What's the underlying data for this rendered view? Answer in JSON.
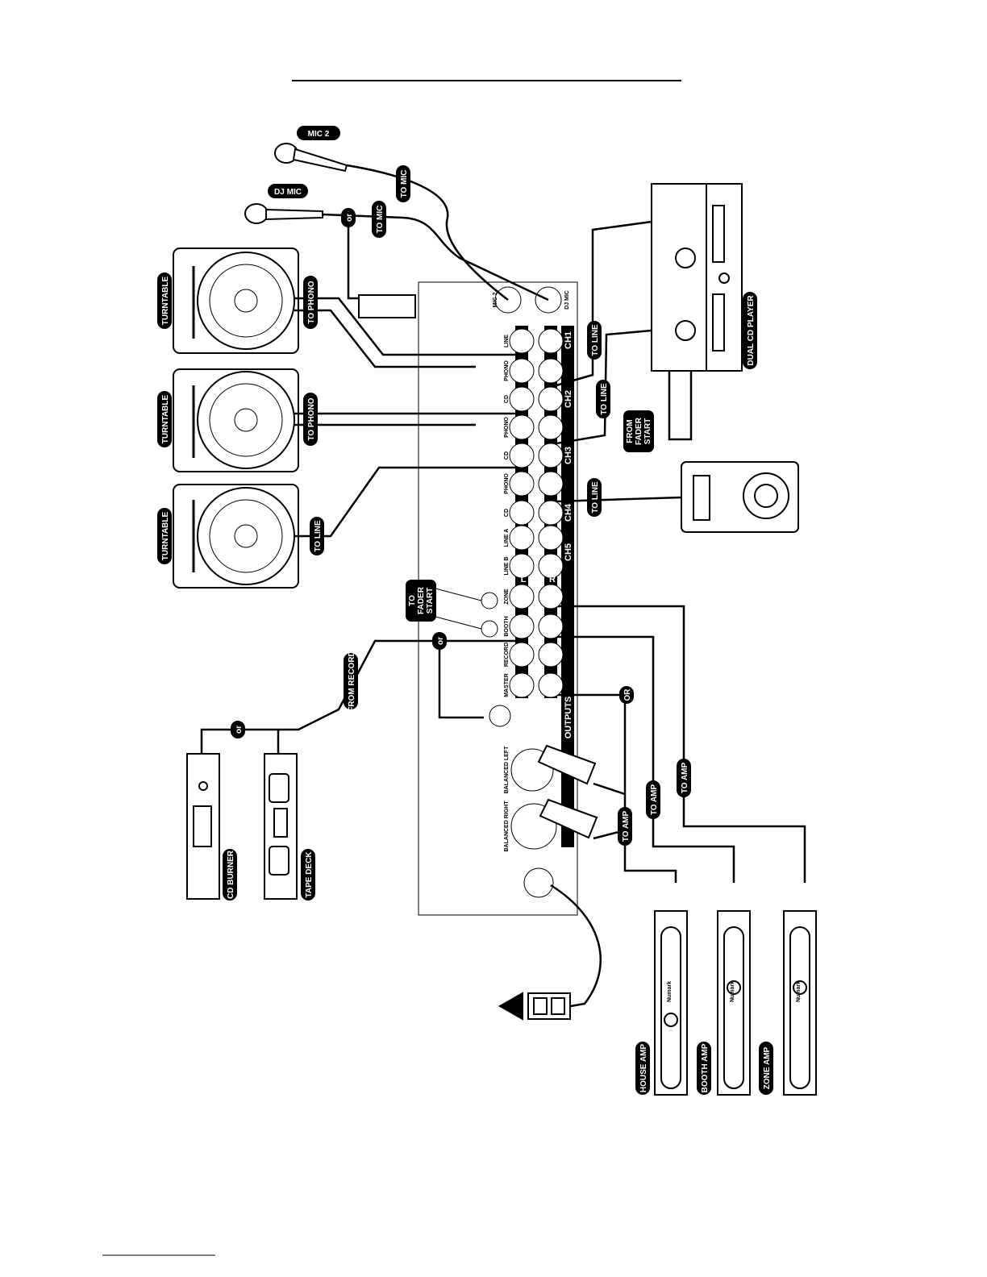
{
  "labels": {
    "mic2": "MIC 2",
    "dj_mic": "DJ MIC",
    "to_mic_1": "TO MIC",
    "to_mic_2": "TO MIC",
    "or_mic": "or",
    "turntable_1": "TURNTABLE",
    "turntable_2": "TURNTABLE",
    "turntable_3": "TURNTABLE",
    "to_phono_1": "TO PHONO",
    "to_phono_2": "TO PHONO",
    "to_line_tt": "TO LINE",
    "to_line_cd1": "TO LINE",
    "to_line_cd2": "TO LINE",
    "to_line_cd3": "TO LINE",
    "dual_cd_player": "DUAL CD PLAYER",
    "from_fader_start": [
      "FROM",
      "FADER",
      "START"
    ],
    "to_fader_start": [
      "TO",
      "FADER",
      "START"
    ],
    "from_record": "FROM RECORD",
    "or_record": "or",
    "or_burner": "or",
    "or_amp": "OR",
    "to_amp_1": "TO AMP",
    "to_amp_2": "TO AMP",
    "to_amp_3": "TO AMP",
    "cd_burner": "CD BURNER",
    "tape_deck": "TAPE DECK",
    "house_amp": "HOUSE AMP",
    "booth_amp": "BOOTH AMP",
    "zone_amp": "ZONE AMP",
    "brand": "Numark"
  },
  "mixer": {
    "mic2": "MIC 2",
    "dj_mic": "DJ MIC",
    "rows": [
      "LINE",
      "PHONO",
      "CD",
      "PHONO",
      "CD",
      "PHONO",
      "CD",
      "LINE A",
      "LINE B",
      "ZONE",
      "BOOTH",
      "RECORD",
      "MASTER"
    ],
    "channels": [
      "CH1",
      "CH2",
      "CH3",
      "CH4",
      "CH5"
    ],
    "left": "L",
    "right": "R",
    "outputs": "OUTPUTS",
    "balanced_left": "BALANCED LEFT",
    "balanced_right": "BALANCED RIGHT"
  }
}
